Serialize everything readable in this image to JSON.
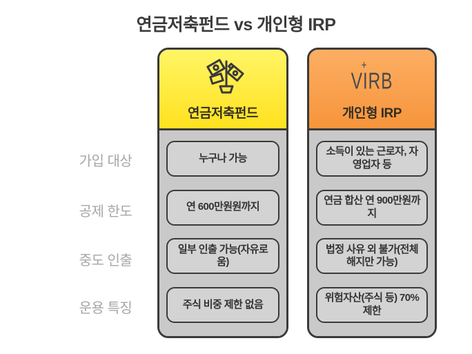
{
  "title": "연금저축펀드 vs 개인형 IRP",
  "colors": {
    "yellow_top": "#FFF566",
    "yellow_bottom": "#FFE11E",
    "orange_top": "#FDAE63",
    "orange_bottom": "#F6953B",
    "column_body_gray": "#C9C9C9",
    "cell_gray": "#D3D3D3",
    "border_dark": "#3A3A3A",
    "row_label_gray": "#A6A6A6",
    "title_text": "#3B3B3B"
  },
  "columns": [
    {
      "name": "연금저축펀드",
      "icon": "money-tree-icon"
    },
    {
      "name": "개인형 IRP",
      "icon": "virb-logo-icon",
      "logo_text": "VIRB",
      "logo_plus": "+"
    }
  ],
  "rows": [
    {
      "label": "가입 대상",
      "left": "누구나 가능",
      "right": "소득이 있는 근로자, 자영업자 등"
    },
    {
      "label": "공제 한도",
      "left": "연 600만원원까지",
      "right": "연금 합산 연 900만원까지"
    },
    {
      "label": "중도 인출",
      "left": "일부 인출 가능(자유로움)",
      "right": "법정 사유 외 불가(전체 해지만 가능)"
    },
    {
      "label": "운용 특징",
      "left": "주식 비중 제한 없음",
      "right": "위험자산(주식 등) 70% 제한"
    }
  ]
}
